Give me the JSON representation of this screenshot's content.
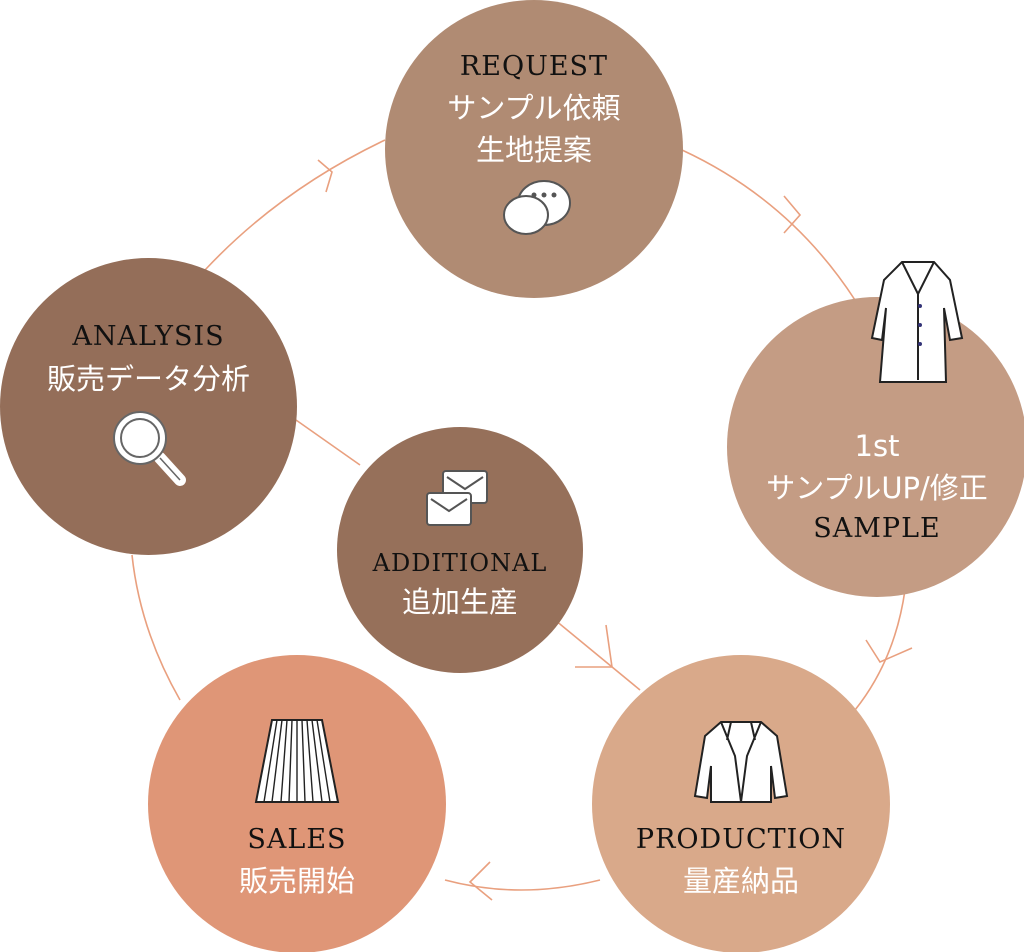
{
  "colors": {
    "line": "#e9a07f",
    "request": "#b08b73",
    "sample": "#c49c84",
    "production": "#d9a98a",
    "sales": "#df9677",
    "analysis": "#946e59",
    "additional": "#96705a"
  },
  "nodes": {
    "request": {
      "en": "REQUEST",
      "jp1": "サンプル依頼",
      "jp2": "生地提案",
      "icon": "chat-bubbles-icon"
    },
    "sample": {
      "num": "1st",
      "jp": "サンプルUP/修正",
      "en": "SAMPLE",
      "icon": "coat-icon"
    },
    "production": {
      "en": "PRODUCTION",
      "jp": "量産納品",
      "icon": "jacket-icon"
    },
    "sales": {
      "en": "SALES",
      "jp": "販売開始",
      "icon": "skirt-icon"
    },
    "analysis": {
      "en": "ANALYSIS",
      "jp": "販売データ分析",
      "icon": "magnifier-icon"
    },
    "additional": {
      "en": "ADDITIONAL",
      "jp": "追加生産",
      "icon": "mail-icon"
    }
  }
}
